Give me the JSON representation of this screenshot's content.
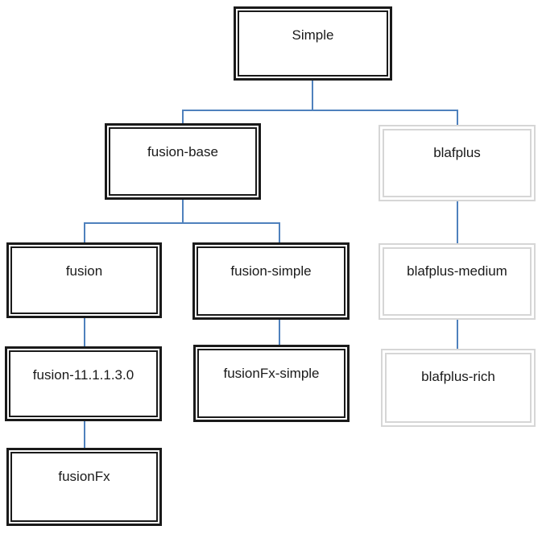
{
  "diagram": {
    "type": "tree",
    "connector_color": "#4f81bd",
    "black_border_color": "#1a1a1a",
    "gray_border_color": "#d6d6d6",
    "nodes": [
      {
        "id": "simple",
        "label": "Simple",
        "style": "black-double-border",
        "parent": null
      },
      {
        "id": "fusion-base",
        "label": "fusion-base",
        "style": "black-double-border",
        "parent": "simple"
      },
      {
        "id": "blafplus",
        "label": "blafplus",
        "style": "gray-double-border",
        "parent": "simple"
      },
      {
        "id": "fusion",
        "label": "fusion",
        "style": "black-double-border",
        "parent": "fusion-base"
      },
      {
        "id": "fusion-simple",
        "label": "fusion-simple",
        "style": "black-double-border",
        "parent": "fusion-base"
      },
      {
        "id": "blafplus-medium",
        "label": "blafplus-medium",
        "style": "gray-double-border",
        "parent": "blafplus"
      },
      {
        "id": "fusion-11.1.1.3.0",
        "label": "fusion-11.1.1.3.0",
        "style": "black-double-border",
        "parent": "fusion"
      },
      {
        "id": "fusionFx-simple",
        "label": "fusionFx-simple",
        "style": "black-double-border",
        "parent": "fusion-simple"
      },
      {
        "id": "blafplus-rich",
        "label": "blafplus-rich",
        "style": "gray-double-border",
        "parent": "blafplus-medium"
      },
      {
        "id": "fusionFx",
        "label": "fusionFx",
        "style": "black-double-border",
        "parent": "fusion-11.1.1.3.0"
      }
    ]
  }
}
